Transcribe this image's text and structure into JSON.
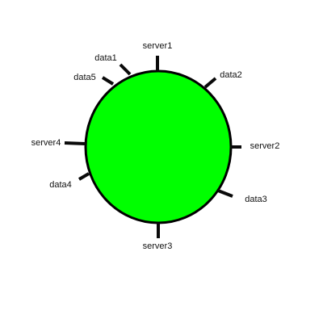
{
  "diagram": {
    "ring_color": "#00ff00",
    "outline_color": "#000000",
    "tick_color": "#0a0a0a",
    "tick_core_color": "#2e7d32",
    "nodes": [
      {
        "id": "server1",
        "label": "server1"
      },
      {
        "id": "data1",
        "label": "data1"
      },
      {
        "id": "data5",
        "label": "data5"
      },
      {
        "id": "data2",
        "label": "data2"
      },
      {
        "id": "server2",
        "label": "server2"
      },
      {
        "id": "data3",
        "label": "data3"
      },
      {
        "id": "server3",
        "label": "server3"
      },
      {
        "id": "data4",
        "label": "data4"
      },
      {
        "id": "server4",
        "label": "server4"
      }
    ]
  }
}
